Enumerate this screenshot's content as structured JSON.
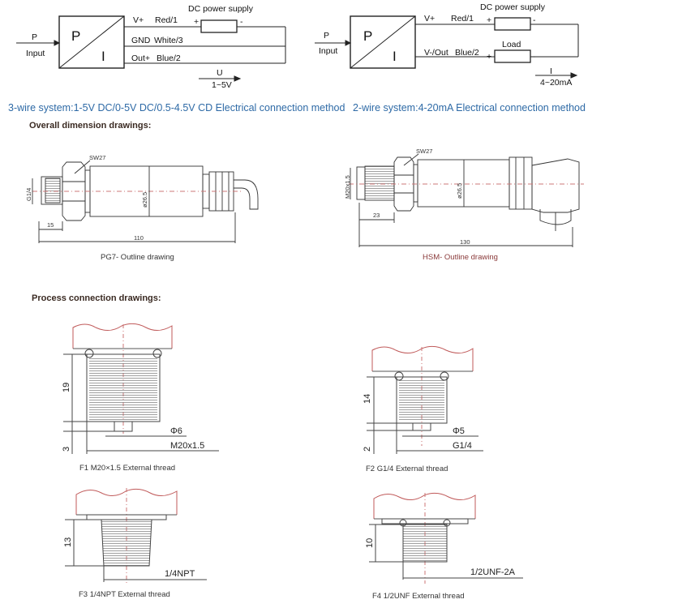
{
  "wiring3": {
    "p": "P",
    "input": "Input",
    "box_p": "P",
    "box_i": "I",
    "vplus": "V+",
    "gnd": "GND",
    "outplus": "Out+",
    "red": "Red/1",
    "white": "White/3",
    "blue": "Blue/2",
    "dc": "DC power supply",
    "plus": "+",
    "minus": "-",
    "u": "U",
    "range": "1~5V"
  },
  "wiring2": {
    "p": "P",
    "input": "Input",
    "box_p": "P",
    "box_i": "I",
    "vplus": "V+",
    "vout": "V-/Out",
    "red": "Red/1",
    "blue": "Blue/2",
    "dc": "DC power supply",
    "load": "Load",
    "plus": "+",
    "minus": "-",
    "i": "I",
    "range": "4~20mA"
  },
  "captions": {
    "three_wire": "3-wire system:1-5V DC/0-5V DC/0.5-4.5V CD Electrical connection method",
    "two_wire": "2-wire system:4-20mA Electrical connection method",
    "overall": "Overall dimension drawings:",
    "process": "Process connection drawings:",
    "pg7": "PG7- Outline drawing",
    "hsm": "HSM- Outline drawing",
    "f1": "F1 M20×1.5 External thread",
    "f2": "F2 G1/4 External thread",
    "f3": "F3 1/4NPT External thread",
    "f4": "F4 1/2UNF External thread"
  },
  "pg7": {
    "sw": "SW27",
    "g": "G1/4",
    "dia": "ø26.5",
    "d15": "15",
    "d110": "110"
  },
  "hsm": {
    "sw": "SW27",
    "m": "M20x1.5",
    "dia": "ø26.5",
    "d23": "23",
    "d130": "130"
  },
  "f1": {
    "h": "19",
    "b": "3",
    "phi": "Φ6",
    "thread": "M20x1.5"
  },
  "f2": {
    "h": "14",
    "b": "2",
    "phi": "Φ5",
    "thread": "G1/4"
  },
  "f3": {
    "h": "13",
    "thread": "1/4NPT"
  },
  "f4": {
    "h": "10",
    "thread": "1/2UNF-2A"
  },
  "colors": {
    "caption_blue": "#2e6aa6",
    "body_red": "#c05a5a",
    "center_line": "#c77"
  }
}
